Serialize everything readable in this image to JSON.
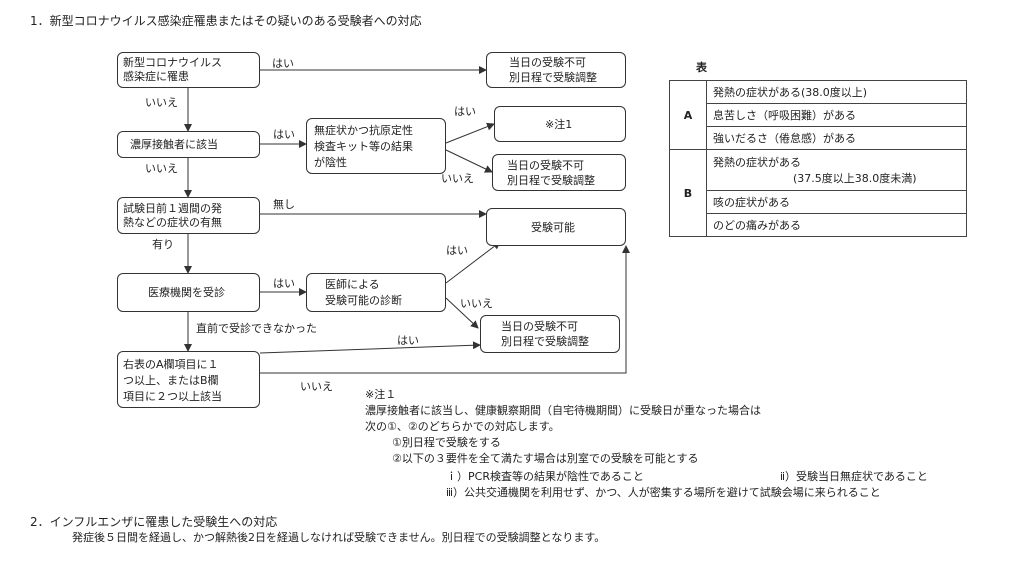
{
  "section1_title": "1．新型コロナウイルス感染症罹患またはその疑いのある受験者への対応",
  "flow": {
    "box_infected": [
      "新型コロナウイルス",
      "感染症に罹患"
    ],
    "box_close_contact": "濃厚接触者に該当",
    "box_symptoms": [
      "試験日前１週間の発",
      "熱などの症状の有無"
    ],
    "box_clinic": "医療機関を受診",
    "box_table_check": [
      "右表のA欄項目に１",
      "つ以上、またはB欄",
      "項目に２つ以上該当"
    ],
    "box_antigen": [
      "無症状かつ抗原定性",
      "検査キット等の結果",
      "が陰性"
    ],
    "box_note1": "※注1",
    "box_doctor": [
      "医師による",
      "受験可能の診断"
    ],
    "box_possible": "受験可能",
    "box_not_possible": [
      "当日の受験不可",
      "別日程で受験調整"
    ],
    "label_yes": "はい",
    "label_no": "いいえ",
    "label_none": "無し",
    "label_present": "有り",
    "label_not_visited": "直前で受診できなかった"
  },
  "table": {
    "title": "表",
    "groups": [
      {
        "label": "A",
        "rows": [
          "発熱の症状がある(38.0度以上)",
          "息苦しさ（呼吸困難）がある",
          "強いだるさ（倦怠感）がある"
        ]
      },
      {
        "label": "B",
        "rows": [
          "発熱の症状がある",
          "咳の症状がある",
          "のどの痛みがある"
        ],
        "row1_sub": "(37.5度以上38.0度未満)"
      }
    ]
  },
  "note": {
    "title": "※注１",
    "line1": "濃厚接触者に該当し、健康観察期間（自宅待機期間）に受験日が重なった場合は",
    "line2": "次の①、②のどちらかでの対応します。",
    "item1": "①別日程で受験をする",
    "item2": "②以下の３要件を全て満たす場合は別室での受験を可能とする",
    "req_i": "ｉ）PCR検査等の結果が陰性であること",
    "req_ii": "ⅱ）受験当日無症状であること",
    "req_iii": "ⅲ）公共交通機関を利用せず、かつ、人が密集する場所を避けて試験会場に来られること"
  },
  "section2_title": "2．インフルエンザに罹患した受験生への対応",
  "section2_body": "発症後５日間を経過し、かつ解熱後2日を経過しなければ受験できません。別日程での受験調整となります。"
}
